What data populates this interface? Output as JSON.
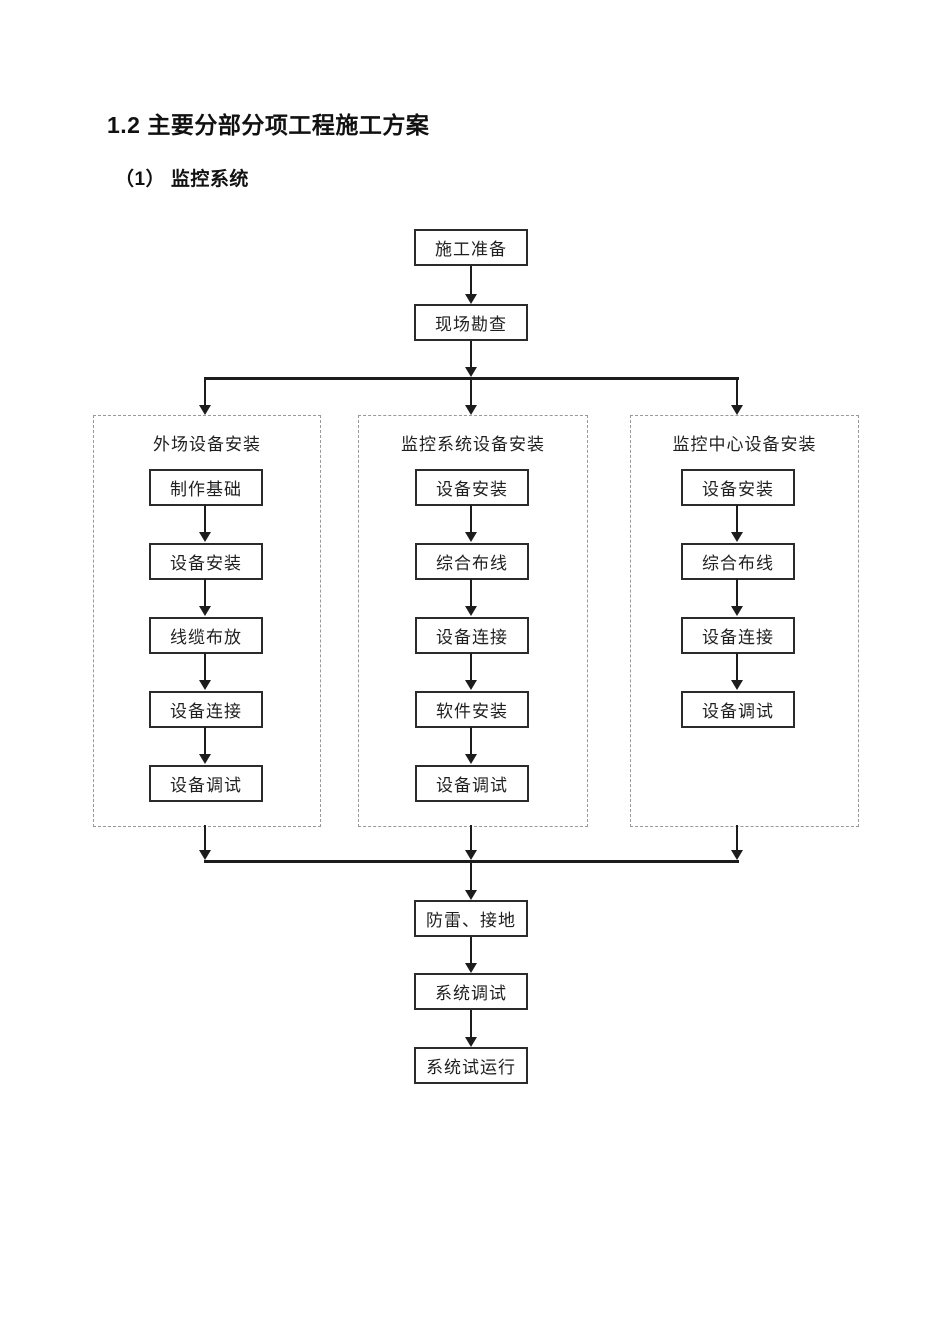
{
  "document": {
    "heading": "1.2 主要分部分项工程施工方案",
    "subheading": "（1） 监控系统"
  },
  "flowchart": {
    "top_steps": [
      "施工准备",
      "现场勘查"
    ],
    "columns": [
      {
        "title": "外场设备安装",
        "steps": [
          "制作基础",
          "设备安装",
          "线缆布放",
          "设备连接",
          "设备调试"
        ]
      },
      {
        "title": "监控系统设备安装",
        "steps": [
          "设备安装",
          "综合布线",
          "设备连接",
          "软件安装",
          "设备调试"
        ]
      },
      {
        "title": "监控中心设备安装",
        "steps": [
          "设备安装",
          "综合布线",
          "设备连接",
          "设备调试"
        ]
      }
    ],
    "bottom_steps": [
      "防雷、接地",
      "系统调试",
      "系统试运行"
    ]
  },
  "colors": {
    "ink": "#1c1c1c",
    "box_border": "#2b2b2b",
    "group_border": "#999999",
    "background": "#ffffff"
  }
}
